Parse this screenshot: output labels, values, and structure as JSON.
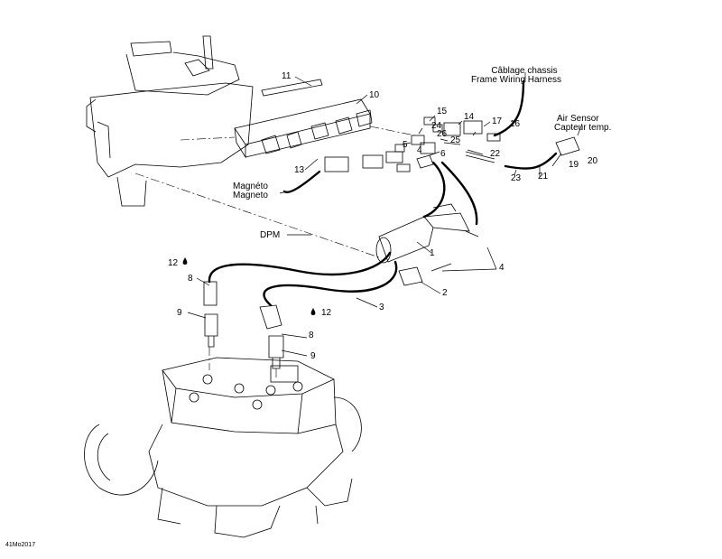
{
  "callouts": {
    "c1": "1",
    "c2": "2",
    "c3": "3",
    "c4a": "4",
    "c4b": "4",
    "c5": "5",
    "c6": "6",
    "c8a": "8",
    "c8b": "8",
    "c9a": "9",
    "c9b": "9",
    "c10": "10",
    "c11": "11",
    "c12a": "12",
    "c12b": "12",
    "c13": "13",
    "c14": "14",
    "c15": "15",
    "c16": "16",
    "c17": "17",
    "c19": "19",
    "c20": "20",
    "c21": "21",
    "c22": "22",
    "c23": "23",
    "c24": "24",
    "c25": "25",
    "c26": "26"
  },
  "labels": {
    "frame_harness_fr": "Câblage chassis",
    "frame_harness_en": "Frame Wiring Harness",
    "air_sensor_en": "Air Sensor",
    "air_sensor_fr": "Capteur temp.",
    "magneto_fr": "Magnéto",
    "magneto_en": "Magneto",
    "dpm": "DPM"
  },
  "figure_code": "41Mo2017",
  "colors": {
    "line": "#000000",
    "background": "#ffffff"
  }
}
